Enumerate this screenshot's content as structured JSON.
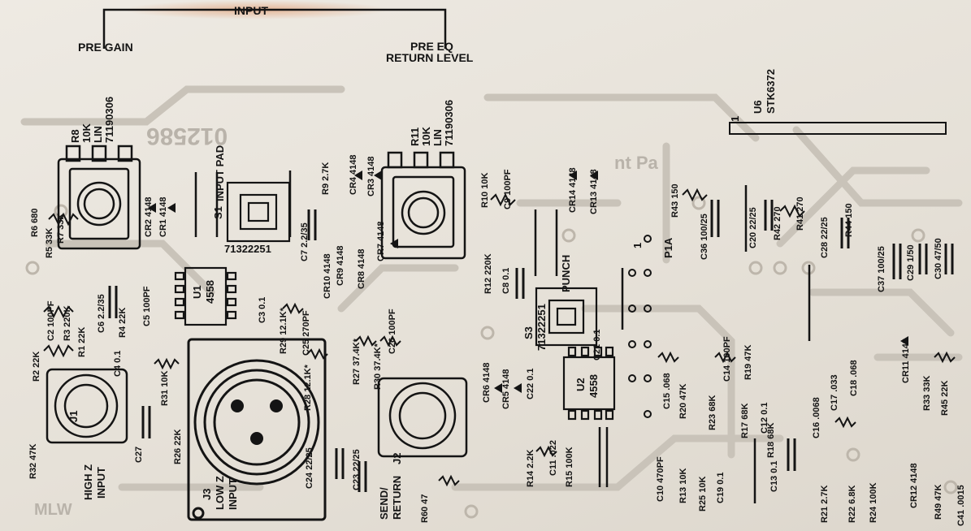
{
  "header": {
    "input": "INPUT",
    "pre_gain": "PRE GAIN",
    "pre_eq": "PRE EQ",
    "return_level": "RETURN LEVEL"
  },
  "board": {
    "number": "012586",
    "silkscreen": "nt Pa",
    "logo": "MLW"
  },
  "colors": {
    "board": "#e9e4dc",
    "trace": "#c9c3b9",
    "ink": "#141414"
  },
  "pots": {
    "r8": {
      "name": "R8",
      "value": "10K",
      "taper": "LIN",
      "part": "71190306"
    },
    "r11": {
      "name": "R11",
      "value": "10K",
      "taper": "LIN",
      "part": "71190306"
    }
  },
  "switches": {
    "s1": {
      "name": "S1",
      "label": "INPUT PAD",
      "part": "71322251"
    },
    "s3": {
      "name": "S3",
      "label": "PUNCH",
      "part": "71322251"
    }
  },
  "ics": {
    "u1": {
      "name": "U1",
      "part": "4558"
    },
    "u2": {
      "name": "U2",
      "part": "4558"
    },
    "u6": {
      "name": "U6",
      "part": "STK6372",
      "pin": "1"
    }
  },
  "connectors": {
    "j1": {
      "name": "J1",
      "label1": "HIGH Z",
      "label2": "INPUT"
    },
    "j2": {
      "name": "J2",
      "label1": "SEND/",
      "label2": "RETURN"
    },
    "j3": {
      "name": "J3",
      "label1": "LOW Z",
      "label2": "INPUT"
    },
    "p1a": {
      "name": "P1A",
      "pin": "1"
    }
  },
  "components": [
    {
      "id": "R6",
      "value": "680"
    },
    {
      "id": "R5",
      "value": "33K"
    },
    {
      "id": "R7",
      "value": "33K"
    },
    {
      "id": "CR2",
      "value": "4148"
    },
    {
      "id": "CR1",
      "value": "4148"
    },
    {
      "id": "R2",
      "value": "22K"
    },
    {
      "id": "R3",
      "value": "220K"
    },
    {
      "id": "R1",
      "value": "22K"
    },
    {
      "id": "R4",
      "value": "22K"
    },
    {
      "id": "C2",
      "value": "100PF"
    },
    {
      "id": "C6",
      "value": "2.2/35"
    },
    {
      "id": "C5",
      "value": "100PF"
    },
    {
      "id": "C4",
      "value": "0.1"
    },
    {
      "id": "R32",
      "value": "47K"
    },
    {
      "id": "R31",
      "value": "10K"
    },
    {
      "id": "R26",
      "value": "22K"
    },
    {
      "id": "C27",
      "value": ""
    },
    {
      "id": "C3",
      "value": "0.1"
    },
    {
      "id": "R29",
      "value": "12.1K*"
    },
    {
      "id": "C25",
      "value": "270PF"
    },
    {
      "id": "R28",
      "value": "12.1K*"
    },
    {
      "id": "R27",
      "value": "37.4K*"
    },
    {
      "id": "R30",
      "value": "37.4K*"
    },
    {
      "id": "C26",
      "value": "100PF"
    },
    {
      "id": "C24",
      "value": "22/25"
    },
    {
      "id": "C23",
      "value": "22/25"
    },
    {
      "id": "C7",
      "value": "2.2/35"
    },
    {
      "id": "R9",
      "value": "2.7K"
    },
    {
      "id": "CR4",
      "value": "4148"
    },
    {
      "id": "CR3",
      "value": "4148"
    },
    {
      "id": "CR10",
      "value": "4148"
    },
    {
      "id": "CR9",
      "value": "4148"
    },
    {
      "id": "CR8",
      "value": "4148"
    },
    {
      "id": "CR7",
      "value": "4148"
    },
    {
      "id": "R10",
      "value": "10K"
    },
    {
      "id": "C9",
      "value": "100PF"
    },
    {
      "id": "R12",
      "value": "220K"
    },
    {
      "id": "C8",
      "value": "0.1"
    },
    {
      "id": "CR14",
      "value": "4148"
    },
    {
      "id": "CR13",
      "value": "4148"
    },
    {
      "id": "C21",
      "value": "0.1"
    },
    {
      "id": "C22",
      "value": "0.1"
    },
    {
      "id": "CR6",
      "value": "4148"
    },
    {
      "id": "CR5",
      "value": "4148"
    },
    {
      "id": "R14",
      "value": "2.2K"
    },
    {
      "id": "C11",
      "value": ".022"
    },
    {
      "id": "R15",
      "value": "100K"
    },
    {
      "id": "R60",
      "value": "47"
    },
    {
      "id": "R43",
      "value": "150"
    },
    {
      "id": "C36",
      "value": "100/25"
    },
    {
      "id": "C20",
      "value": "22/25"
    },
    {
      "id": "R42",
      "value": "270"
    },
    {
      "id": "R41",
      "value": "270"
    },
    {
      "id": "C28",
      "value": "22/25"
    },
    {
      "id": "R44",
      "value": "150"
    },
    {
      "id": "C37",
      "value": "100/25"
    },
    {
      "id": "C29",
      "value": "1/50"
    },
    {
      "id": "C30",
      "value": "47/50"
    },
    {
      "id": "C15",
      "value": ".068"
    },
    {
      "id": "R20",
      "value": "47K"
    },
    {
      "id": "R23",
      "value": "68K"
    },
    {
      "id": "C14",
      "value": "100PF"
    },
    {
      "id": "R19",
      "value": "47K"
    },
    {
      "id": "R17",
      "value": "68K"
    },
    {
      "id": "C12",
      "value": "0.1"
    },
    {
      "id": "R18",
      "value": "68K"
    },
    {
      "id": "C16",
      "value": ".0068"
    },
    {
      "id": "C17",
      "value": ".033"
    },
    {
      "id": "C18",
      "value": ".068"
    },
    {
      "id": "CR11",
      "value": "4148"
    },
    {
      "id": "R33",
      "value": "33K"
    },
    {
      "id": "R45",
      "value": "22K"
    },
    {
      "id": "C10",
      "value": "470PF"
    },
    {
      "id": "R13",
      "value": "10K"
    },
    {
      "id": "R25",
      "value": "10K"
    },
    {
      "id": "C19",
      "value": "0.1"
    },
    {
      "id": "C13",
      "value": "0.1"
    },
    {
      "id": "R21",
      "value": "2.7K"
    },
    {
      "id": "R22",
      "value": "6.8K"
    },
    {
      "id": "R24",
      "value": "100K"
    },
    {
      "id": "CR12",
      "value": "4148"
    },
    {
      "id": "R49",
      "value": "47K"
    },
    {
      "id": "C41",
      "value": ".0015"
    }
  ]
}
